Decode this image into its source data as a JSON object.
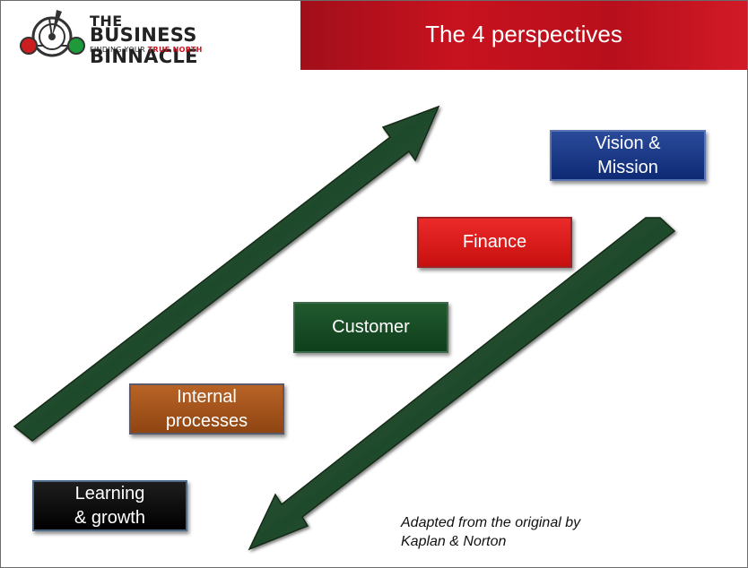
{
  "brand": {
    "line1": "THE",
    "line2": "BUSINESS BINNACLE",
    "tagline_prefix": "FINDING YOUR ",
    "tagline_emphasis": "TRUE NORTH",
    "logo_icon": "compass-binnacle-icon"
  },
  "header": {
    "title": "The 4 perspectives"
  },
  "perspectives": [
    {
      "key": "vision",
      "label": "Vision &\nMission",
      "color": "#0e2a74"
    },
    {
      "key": "finance",
      "label": "Finance",
      "color": "#d41414"
    },
    {
      "key": "customer",
      "label": "Customer",
      "color": "#134a22"
    },
    {
      "key": "internal",
      "label": "Internal\nprocesses",
      "color": "#a0521b"
    },
    {
      "key": "learning",
      "label": "Learning\n& growth",
      "color": "#0a0a0a"
    }
  ],
  "arrows": [
    {
      "direction": "up-right",
      "color": "#2b5a39"
    },
    {
      "direction": "down-left",
      "color": "#2b5a39"
    }
  ],
  "credit": {
    "line1": "Adapted from the original by",
    "line2": "Kaplan & Norton"
  },
  "colors": {
    "header_red": "#c8121f",
    "arrow_green": "#2b5a39"
  }
}
